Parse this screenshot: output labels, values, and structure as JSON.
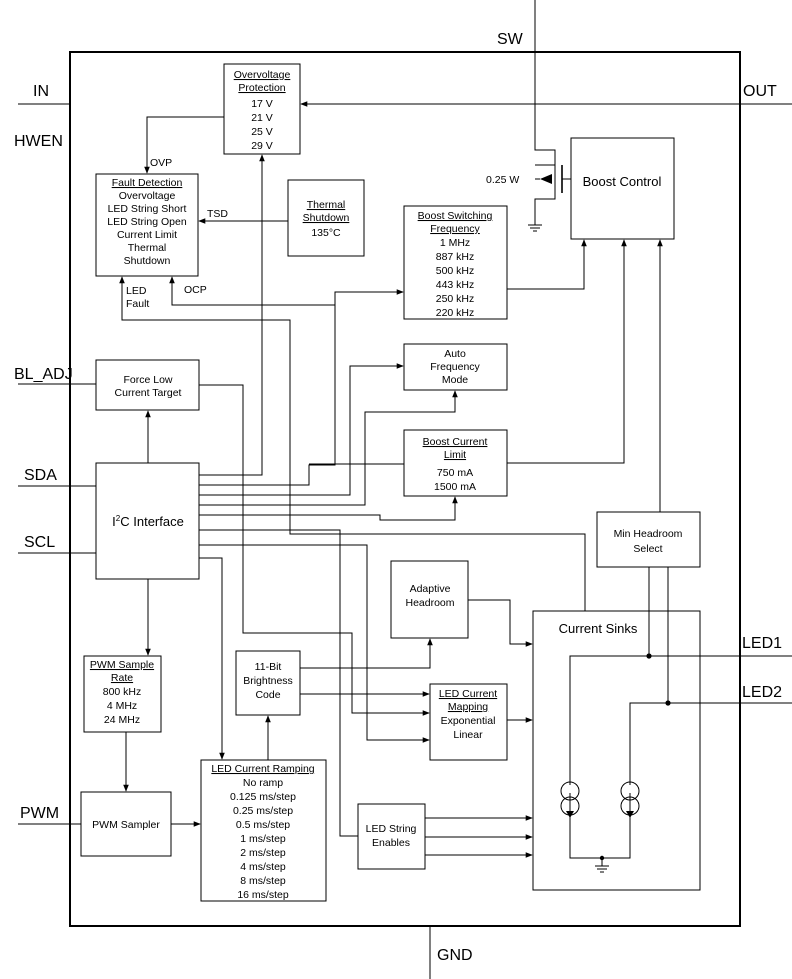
{
  "pins": {
    "sw": "SW",
    "in": "IN",
    "out": "OUT",
    "hwen": "HWEN",
    "bl_adj": "BL_ADJ",
    "sda": "SDA",
    "scl": "SCL",
    "pwm": "PWM",
    "led1": "LED1",
    "led2": "LED2",
    "gnd": "GND"
  },
  "blocks": {
    "ovp": {
      "title": [
        "Overvoltage",
        "Protection"
      ],
      "items": [
        "17 V",
        "21 V",
        "25 V",
        "29 V"
      ]
    },
    "fault": {
      "title": "Fault Detection",
      "items": [
        "Overvoltage",
        "LED String Short",
        "LED String Open",
        "Current Limit",
        "Thermal",
        "Shutdown"
      ]
    },
    "thermal": {
      "title": [
        "Thermal",
        "Shutdown"
      ],
      "value": "135°C"
    },
    "boost_control": "Boost Control",
    "switch_rating": "0.25 W",
    "bsf": {
      "title": [
        "Boost Switching",
        "Frequency"
      ],
      "items": [
        "1 MHz",
        "887 kHz",
        "500 kHz",
        "443 kHz",
        "250 kHz",
        "220 kHz"
      ]
    },
    "afm": [
      "Auto",
      "Frequency",
      "Mode"
    ],
    "force_low": [
      "Force Low",
      "Current Target"
    ],
    "bcl": {
      "title": [
        "Boost Current",
        "Limit"
      ],
      "items": [
        "750 mA",
        "1500 mA"
      ]
    },
    "i2c": "I2C Interface",
    "min_headroom": [
      "Min Headroom",
      "Select"
    ],
    "adaptive": [
      "Adaptive",
      "Headroom"
    ],
    "current_sinks": "Current Sinks",
    "pwm_rate": {
      "title": [
        "PWM Sample",
        "Rate"
      ],
      "items": [
        "800 kHz",
        "4 MHz",
        "24 MHz"
      ]
    },
    "brightness": [
      "11-Bit",
      "Brightness",
      "Code"
    ],
    "mapping": {
      "title": [
        "LED Current",
        "Mapping"
      ],
      "items": [
        "Exponential",
        "Linear"
      ]
    },
    "pwm_sampler": "PWM Sampler",
    "ramping": {
      "title": "LED Current Ramping",
      "items": [
        "No ramp",
        "0.125 ms/step",
        "0.25 ms/step",
        "0.5 ms/step",
        "1 ms/step",
        "2 ms/step",
        "4 ms/step",
        "8 ms/step",
        "16 ms/step"
      ]
    },
    "string_enables": [
      "LED String",
      "Enables"
    ]
  },
  "signals": {
    "ovp": "OVP",
    "tsd": "TSD",
    "ocp": "OCP",
    "led_fault": [
      "LED",
      "Fault"
    ]
  }
}
